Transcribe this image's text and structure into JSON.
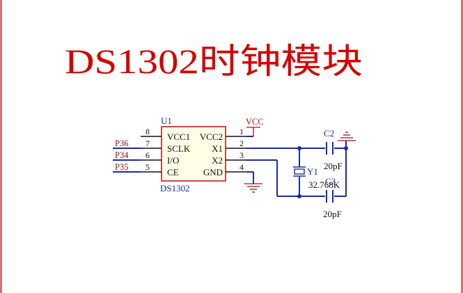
{
  "title": "DS1302时钟模块",
  "chip": {
    "designator": "U1",
    "part": "DS1302",
    "pins_left": [
      {
        "number": "8",
        "name": "VCC1"
      },
      {
        "number": "7",
        "name": "SCLK"
      },
      {
        "number": "6",
        "name": "I/O"
      },
      {
        "number": "5",
        "name": "CE"
      }
    ],
    "pins_right": [
      {
        "number": "1",
        "name": "VCC2"
      },
      {
        "number": "2",
        "name": "X1"
      },
      {
        "number": "3",
        "name": "X2"
      },
      {
        "number": "4",
        "name": "GND"
      }
    ]
  },
  "nets": {
    "sclk": "P36",
    "io": "P34",
    "ce": "P35"
  },
  "power": {
    "vcc": "VCC"
  },
  "crystal": {
    "designator": "Y1",
    "value": "32.768K"
  },
  "caps": [
    {
      "designator": "C2",
      "value": "20pF"
    },
    {
      "designator": "C3",
      "value": "20pF"
    }
  ]
}
